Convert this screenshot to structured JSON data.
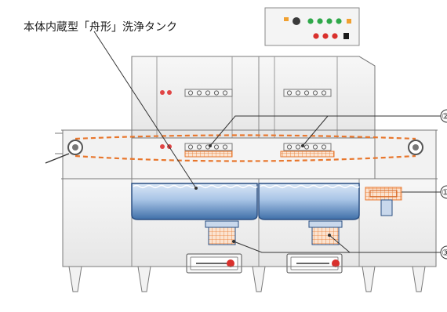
{
  "caption": "本体内蔵型「舟形」洗浄タンク",
  "markers": [
    "②",
    "①",
    "③"
  ],
  "colors": {
    "body": "#f2f2f2",
    "outline": "#7a7a7a",
    "conveyor": "#e8762c",
    "tank_top": "#bcd3ee",
    "tank_bottom": "#3f6fa8",
    "element": "#e8762c",
    "lamp_green": "#2fa84a",
    "lamp_red": "#d9302c",
    "lamp_orange": "#f0a030"
  },
  "icons": [
    "conveyor-roller-icon",
    "heater-element-icon",
    "filter-basket-icon",
    "drain-lever-icon",
    "leveling-foot-icon"
  ]
}
